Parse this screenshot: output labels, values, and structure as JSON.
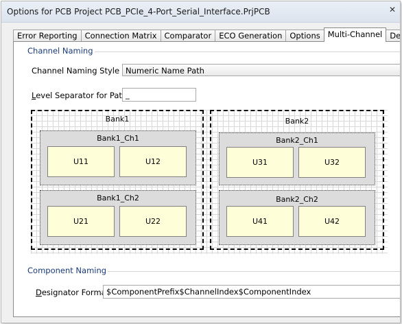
{
  "window": {
    "title": "Options for PCB Project PCB_PCIe_4-Port_Serial_Interface.PrjPCB",
    "close_glyph": "✕"
  },
  "tabs": [
    {
      "label": "Error Reporting"
    },
    {
      "label": "Connection Matrix"
    },
    {
      "label": "Comparator"
    },
    {
      "label": "ECO Generation"
    },
    {
      "label": "Options"
    },
    {
      "label": "Multi-Channel",
      "active": true
    },
    {
      "label": "Default P"
    }
  ],
  "channel_naming": {
    "group_label": "Channel Naming",
    "style_label": "Channel Naming Style",
    "style_value": "Numeric Name Path",
    "separator_label_accel": "L",
    "separator_label_rest": "evel Separator for Paths",
    "separator_value": "_"
  },
  "diagram": {
    "banks": [
      {
        "name": "Bank1",
        "channels": [
          {
            "name": "Bank1_Ch1",
            "components": [
              "U11",
              "U12"
            ]
          },
          {
            "name": "Bank1_Ch2",
            "components": [
              "U21",
              "U22"
            ]
          }
        ]
      },
      {
        "name": "Bank2",
        "channels": [
          {
            "name": "Bank2_Ch1",
            "components": [
              "U31",
              "U32"
            ]
          },
          {
            "name": "Bank2_Ch2",
            "components": [
              "U41",
              "U42"
            ]
          }
        ]
      }
    ]
  },
  "component_naming": {
    "group_label": "Component Naming",
    "designator_label_accel": "D",
    "designator_label_rest": "esignator Format",
    "designator_value": "$ComponentPrefix$ChannelIndex$ComponentIndex"
  }
}
